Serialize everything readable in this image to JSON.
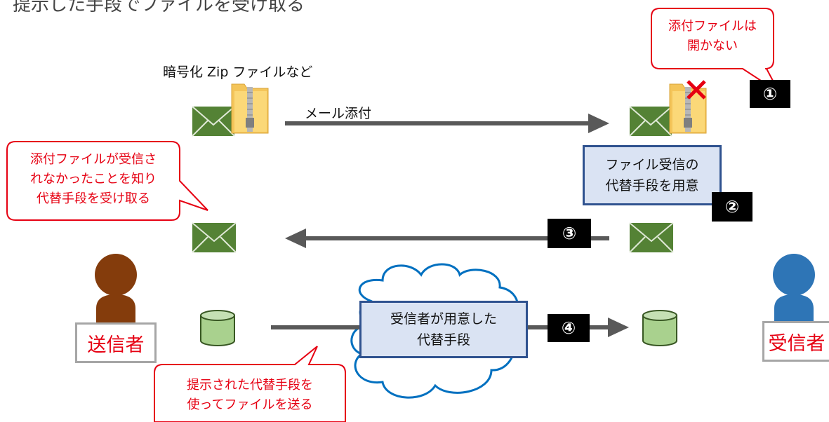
{
  "title": "提示した手段でファイルを受け取る",
  "zip_label": "暗号化 Zip ファイルなど",
  "mail_attach_label": "メール添付",
  "bubble_no_open": [
    "添付ファイルは",
    "開かない"
  ],
  "bubble_sender_notice": [
    "添付ファイルが受信さ",
    "れなかったことを知り",
    "代替手段を受け取る"
  ],
  "bubble_send_via": [
    "提示された代替手段を",
    "使ってファイルを送る"
  ],
  "box_prepare": [
    "ファイル受信の",
    "代替手段を用意"
  ],
  "box_cloud": [
    "受信者が用意した",
    "代替手段"
  ],
  "steps": [
    "①",
    "②",
    "③",
    "④"
  ],
  "sender_label": "送信者",
  "receiver_label": "受信者",
  "colors": {
    "envelope": "#548235",
    "arrow": "#595959",
    "callout_border": "#e60012",
    "box_fill": "#dae3f3",
    "box_border": "#2f528f",
    "sender": "#843c0c",
    "receiver": "#2e75b6",
    "cloud": "#0070c0",
    "db": "#a9d18e"
  }
}
